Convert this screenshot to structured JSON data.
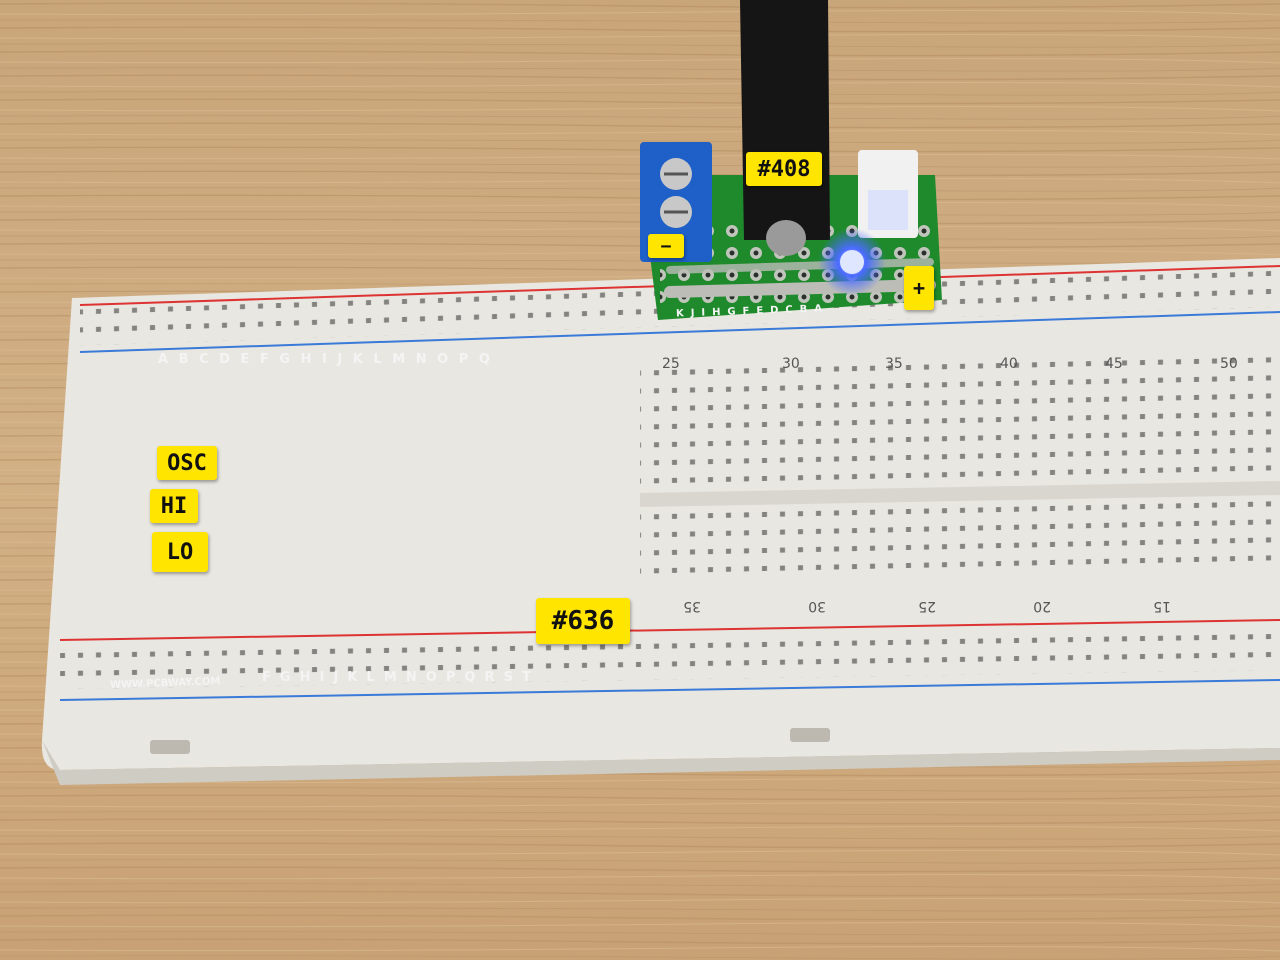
{
  "labels": {
    "osc": "OSC",
    "hi": "HI",
    "lo": "LO",
    "board_636": "#636",
    "board_408": "#408",
    "plus": "+",
    "minus": "−"
  },
  "silkscreen": {
    "top_columns": "A  B  C  D  E  F  G  H  I  J  K  L  M  N  O  P  Q",
    "bottom_columns": "F  G  H  I  J  K  L  M  N  O  P  Q  R  S  T",
    "website": "WWW.PCBWAY.COM",
    "small_board_columns": "K  J  I  H  G  F  E  D  C  B  A"
  },
  "breadboard": {
    "top_numbers": [
      "25",
      "30",
      "35",
      "40",
      "45",
      "50"
    ],
    "bottom_numbers": [
      "35",
      "30",
      "25",
      "20",
      "15"
    ]
  },
  "colors": {
    "pcb": "#1a8a2a",
    "label": "#ffe500",
    "led_red": "#ff2a10",
    "led_blue": "#4a6bff",
    "led_green": "#4fd02a",
    "led_yellow": "#f2e35a",
    "wire_red": "#e0202a",
    "wire_blue": "#1f4fd8"
  }
}
